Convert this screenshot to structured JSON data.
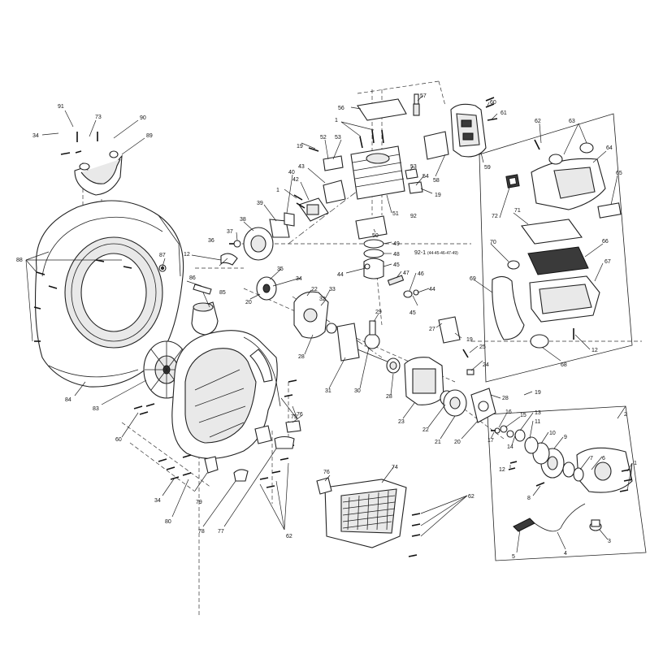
{
  "callouts": {
    "n1": "1",
    "n2": "2",
    "n3": "3",
    "n4": "4",
    "n5": "5",
    "n6": "6",
    "n7": "7",
    "n8": "8",
    "n9": "9",
    "n10": "10",
    "n11": "11",
    "n12": "12",
    "n13": "13",
    "n14": "14",
    "n15": "15",
    "n16": "16",
    "n17": "17",
    "n19": "19",
    "n20": "20",
    "n21": "21",
    "n22": "22",
    "n23": "23",
    "n24": "24",
    "n25": "25",
    "n27": "27",
    "n28": "28",
    "n29": "29",
    "n30": "30",
    "n31": "31",
    "n32": "32",
    "n33": "33",
    "n34": "34",
    "n35": "35",
    "n36": "36",
    "n37": "37",
    "n38": "38",
    "n39": "39",
    "n40": "40",
    "n42": "42",
    "n43": "43",
    "n44": "44",
    "n45": "45",
    "n46": "46",
    "n47": "47",
    "n48": "48",
    "n49": "49",
    "n50": "50",
    "n51": "51",
    "n52": "52",
    "n53": "53",
    "n54": "54",
    "n56": "56",
    "n57": "57",
    "n58": "58",
    "n59": "59",
    "n60": "60",
    "n61": "61",
    "n62": "62",
    "n63": "63",
    "n64": "64",
    "n65": "65",
    "n66": "66",
    "n67": "67",
    "n68": "68",
    "n69": "69",
    "n70": "70",
    "n71": "71",
    "n72": "72",
    "n73": "73",
    "n74": "74",
    "n75": "75",
    "n76": "76",
    "n77": "77",
    "n78": "78",
    "n79": "79",
    "n80": "80",
    "n83": "83",
    "n84": "84",
    "n85": "85",
    "n86": "86",
    "n87": "87",
    "n88": "88",
    "n89": "89",
    "n90": "90",
    "n91": "91",
    "n92": "92"
  },
  "kit_label": "92-1",
  "kit_contents": "(44-45-46-47-49)"
}
